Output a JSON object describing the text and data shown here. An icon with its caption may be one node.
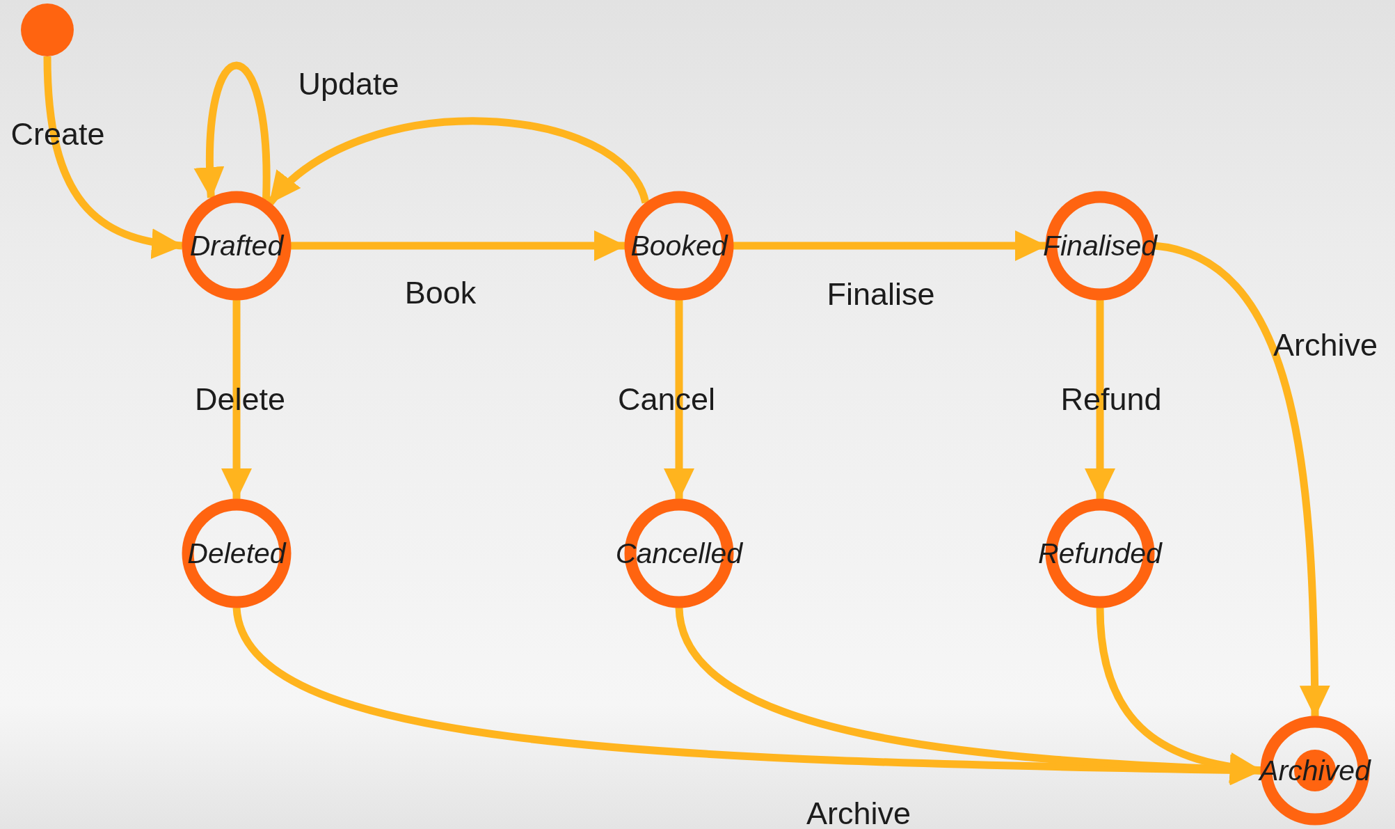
{
  "diagram": {
    "nodes": [
      {
        "text": [],
        "shape": "circle"
      },
      {
        "text": [
          "Drafted"
        ]
      },
      {
        "text": [
          "Booked"
        ]
      },
      {
        "text": [
          "Finalised"
        ]
      },
      {
        "text": [
          "Deleted"
        ]
      },
      {
        "text": [
          "Cancelled"
        ]
      },
      {
        "text": [
          "Refunded"
        ]
      },
      {
        "text": [
          "Archived"
        ]
      }
    ],
    "edges": [
      {
        "from": 0,
        "to": 1,
        "arrow": "to",
        "label": "Create"
      },
      {
        "from": 1,
        "to": 1,
        "arrow": "to",
        "label": "Update"
      },
      {
        "from": 2,
        "to": 1,
        "arrow": "to"
      },
      {
        "from": 1,
        "to": 2,
        "arrow": "to",
        "label": "Book"
      },
      {
        "from": 2,
        "to": 3,
        "arrow": "to",
        "label": "Finalise"
      },
      {
        "from": 1,
        "to": 4,
        "arrow": "to",
        "label": "Delete"
      },
      {
        "from": 2,
        "to": 5,
        "arrow": "to",
        "label": "Cancel"
      },
      {
        "from": 3,
        "to": 6,
        "arrow": "to",
        "label": "Refund"
      },
      {
        "from": 3,
        "to": 7,
        "arrow": "to",
        "label": "Archive"
      },
      {
        "from": 4,
        "to": 7,
        "arrow": "to",
        "label": "Archive"
      },
      {
        "from": 5,
        "to": 7,
        "arrow": "to"
      },
      {
        "from": 6,
        "to": 7,
        "arrow": "to"
      }
    ]
  }
}
